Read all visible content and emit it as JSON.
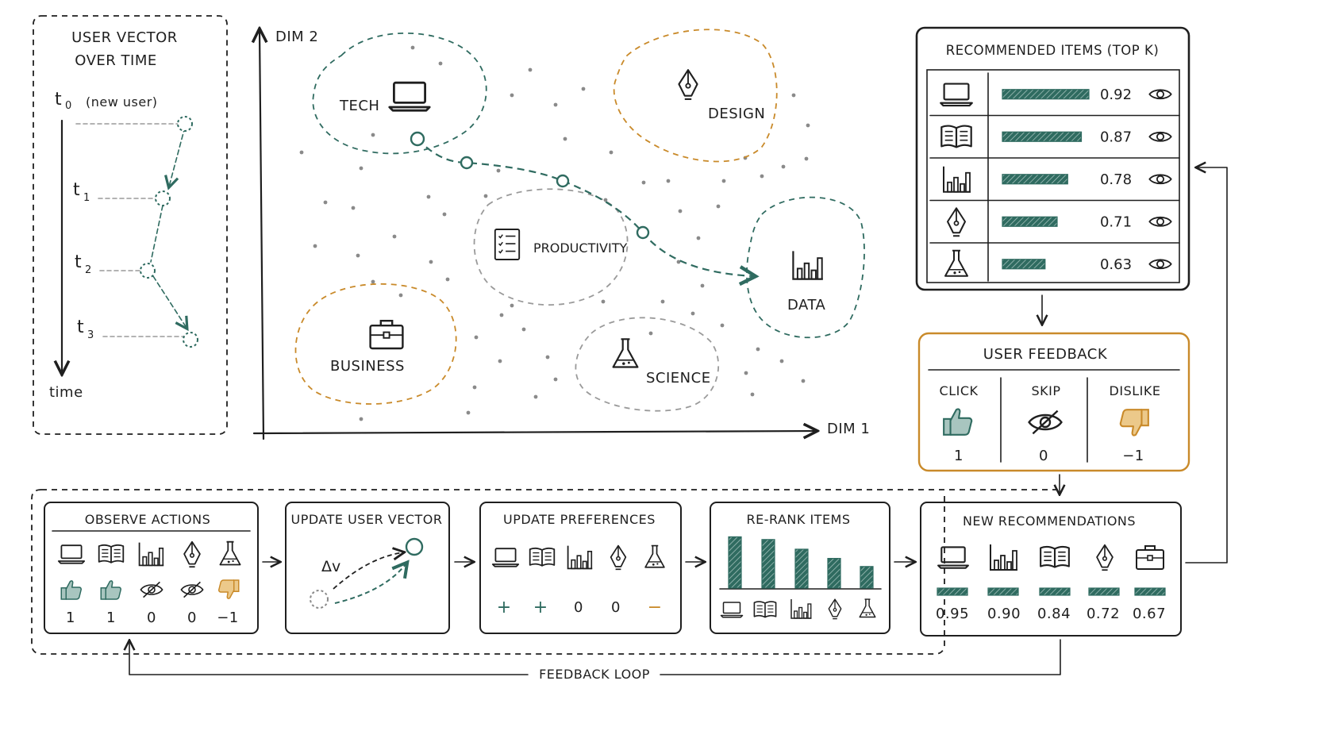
{
  "colors": {
    "teal": "#2f6b60",
    "orange": "#c98a2a",
    "ink": "#1f1f1f",
    "gray": "#9a9a9a"
  },
  "timeline": {
    "title_line1": "USER VECTOR",
    "title_line2": "OVER TIME",
    "t0": "t",
    "t0_sub": "0",
    "t0_note": "(new user)",
    "t1": "t",
    "t1_sub": "1",
    "t2": "t",
    "t2_sub": "2",
    "t3": "t",
    "t3_sub": "3",
    "axis_label": "time"
  },
  "embedding": {
    "y_axis": "DIM 2",
    "x_axis": "DIM 1",
    "clusters": [
      {
        "label": "TECH",
        "icon": "laptop-icon"
      },
      {
        "label": "DESIGN",
        "icon": "pen-nib-icon"
      },
      {
        "label": "PRODUCTIVITY",
        "icon": "checklist-icon"
      },
      {
        "label": "DATA",
        "icon": "bar-chart-icon"
      },
      {
        "label": "BUSINESS",
        "icon": "briefcase-icon"
      },
      {
        "label": "SCIENCE",
        "icon": "flask-icon"
      }
    ]
  },
  "recommended": {
    "title": "RECOMMENDED  ITEMS  (TOP  K)",
    "items": [
      {
        "icon": "laptop-icon",
        "score": "0.92",
        "value": 0.92
      },
      {
        "icon": "book-icon",
        "score": "0.87",
        "value": 0.87
      },
      {
        "icon": "bar-chart-icon",
        "score": "0.78",
        "value": 0.78
      },
      {
        "icon": "pen-nib-icon",
        "score": "0.71",
        "value": 0.71
      },
      {
        "icon": "flask-icon",
        "score": "0.63",
        "value": 0.63
      }
    ]
  },
  "feedback": {
    "title": "USER  FEEDBACK",
    "click_label": "CLICK",
    "click_value": "1",
    "skip_label": "SKIP",
    "skip_value": "0",
    "dislike_label": "DISLIKE",
    "dislike_value": "−1"
  },
  "pipeline": {
    "observe": {
      "title": "OBSERVE  ACTIONS",
      "values": [
        "1",
        "1",
        "0",
        "0",
        "−1"
      ]
    },
    "update_vector": {
      "title": "UPDATE  USER  VECTOR",
      "delta": "Δv"
    },
    "update_prefs": {
      "title": "UPDATE  PREFERENCES",
      "signs": [
        "+",
        "+",
        "0",
        "0",
        "−"
      ]
    },
    "rerank": {
      "title": "RE-RANK  ITEMS",
      "bars": [
        0.95,
        0.9,
        0.72,
        0.55,
        0.4
      ]
    },
    "new_recs": {
      "title": "NEW  RECOMMENDATIONS",
      "scores": [
        "0.95",
        "0.90",
        "0.84",
        "0.72",
        "0.67"
      ]
    },
    "loop_label": "FEEDBACK  LOOP"
  }
}
